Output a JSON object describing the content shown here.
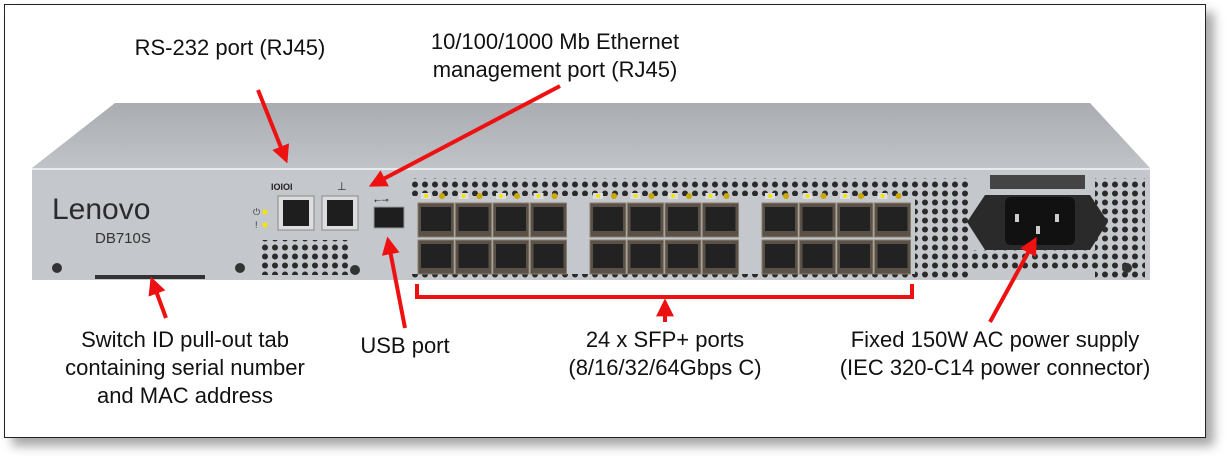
{
  "device": {
    "brand": "Lenovo",
    "model": "DB710S",
    "serial_port_glyph": "IOIOI",
    "sfp_port_count": 24
  },
  "callouts": {
    "rs232": {
      "text": "RS-232 port (RJ45)"
    },
    "ethernet": {
      "line1": "10/100/1000 Mb Ethernet",
      "line2": "management port (RJ45)"
    },
    "switch_id": {
      "line1": "Switch ID pull-out tab",
      "line2": "containing serial number",
      "line3": "and MAC address"
    },
    "usb": {
      "text": "USB port"
    },
    "sfp": {
      "line1": "24 x SFP+ ports",
      "line2": "(8/16/32/64Gbps C)"
    },
    "power": {
      "line1": "Fixed 150W AC power supply",
      "line2": "(IEC 320-C14 power connector)"
    }
  },
  "colors": {
    "arrow": "#ee1111",
    "chassis": "#c4c7cb",
    "chassis_top": "#b3b6ba",
    "port": "#2a2a2a",
    "led": "#f2e400"
  }
}
